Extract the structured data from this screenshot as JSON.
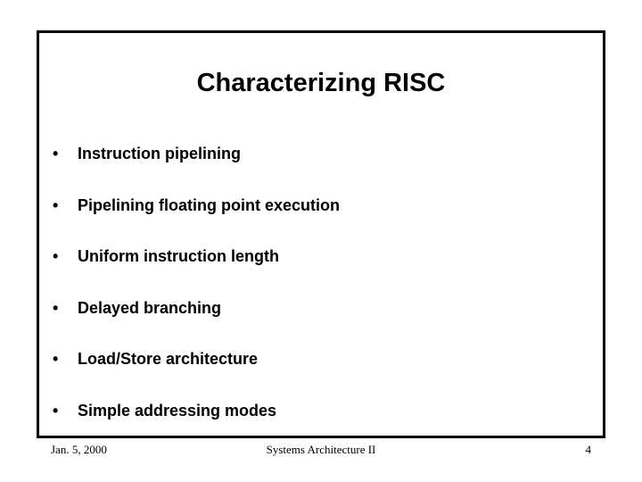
{
  "slide": {
    "title": "Characterizing RISC",
    "bullet_marker": "•",
    "bullets": [
      {
        "text": "Instruction pipelining"
      },
      {
        "text": "Pipelining floating point execution"
      },
      {
        "text": "Uniform instruction length"
      },
      {
        "text": "Delayed branching"
      },
      {
        "text": "Load/Store architecture"
      },
      {
        "text": "Simple addressing modes"
      }
    ],
    "footer": {
      "date": "Jan. 5, 2000",
      "course": "Systems Architecture II",
      "page_number": "4"
    },
    "colors": {
      "background": "#ffffff",
      "text": "#000000",
      "frame_border": "#000000"
    }
  }
}
